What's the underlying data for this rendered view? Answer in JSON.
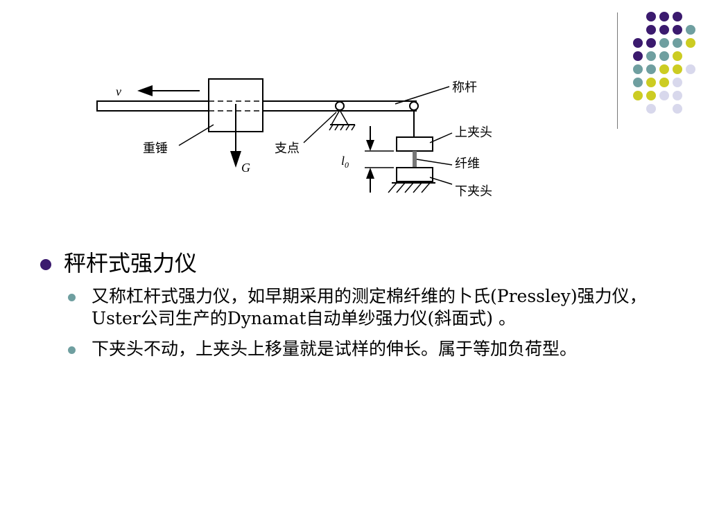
{
  "diagram": {
    "labels": {
      "velocity": "v",
      "gravity": "G",
      "weight": "重锤",
      "fulcrum": "支点",
      "beam": "称杆",
      "upper_clamp": "上夹头",
      "fiber": "纤维",
      "lower_clamp": "下夹头",
      "gauge_length": "l",
      "gauge_length_sub": "0"
    }
  },
  "content": {
    "title": "秤杆式强力仪",
    "bullets": [
      "又称杠杆式强力仪，如早期采用的测定棉纤维的卜氏(Pressley)强力仪，Uster公司生产的Dynamat自动单纱强力仪(斜面式) 。",
      "下夹头不动，上夹头上移量就是试样的伸长。属于等加负荷型。"
    ]
  },
  "theme": {
    "purple": "#3b1a6e",
    "teal": "#6f9fa0",
    "yellow": "#cccc22",
    "lavender": "#d8d8ec"
  }
}
